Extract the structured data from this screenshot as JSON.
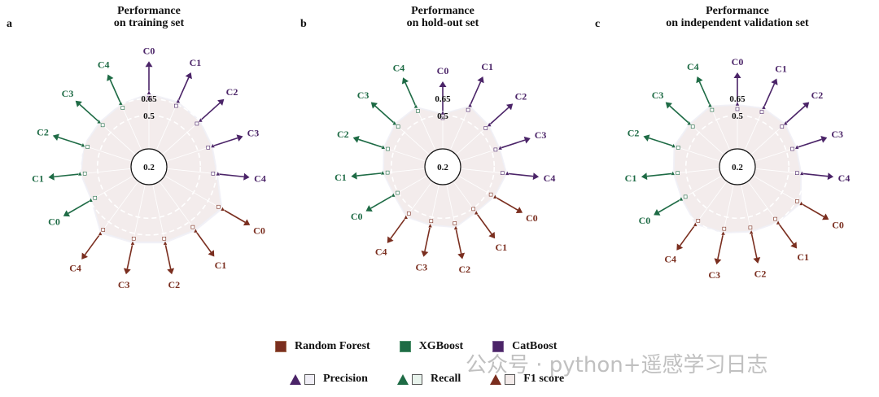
{
  "colors": {
    "random_forest": "#7a2e1f",
    "xgboost": "#1e6b45",
    "catboost": "#4b2468",
    "fill_precision": "#f0eef6",
    "fill_recall": "#e8f3ec",
    "fill_f1": "#f3ebea"
  },
  "legend": {
    "models": [
      {
        "name": "Random Forest",
        "color": "#7a2e1f"
      },
      {
        "name": "XGBoost",
        "color": "#1e6b45"
      },
      {
        "name": "CatBoost",
        "color": "#4b2468"
      }
    ],
    "metrics": [
      {
        "name": "Precision",
        "fill": "#f0eef6"
      },
      {
        "name": "Recall",
        "fill": "#e8f3ec"
      },
      {
        "name": "F1 score",
        "fill": "#f3ebea"
      }
    ]
  },
  "watermark": "公众号 · python+遥感学习日志",
  "chart_data": [
    {
      "type": "radar",
      "panel_letter": "a",
      "title": "Performance\non training set",
      "center_label": "0.2",
      "ring_labels": [
        "0.65",
        "0.5"
      ],
      "axis_labels": [
        "C0",
        "C1",
        "C2",
        "C3",
        "C4",
        "C0",
        "C1",
        "C2",
        "C3",
        "C4",
        "C0",
        "C1",
        "C2",
        "C3",
        "C4"
      ],
      "series": [
        {
          "name": "CatBoost",
          "values": [
            0.7,
            0.68,
            0.66,
            0.64,
            0.66
          ]
        },
        {
          "name": "Random Forest",
          "values": [
            0.8,
            0.75,
            0.74,
            0.74,
            0.78
          ]
        },
        {
          "name": "XGBoost",
          "values": [
            0.64,
            0.66,
            0.66,
            0.64,
            0.66
          ]
        }
      ]
    },
    {
      "type": "radar",
      "panel_letter": "b",
      "title": "Performance\non hold-out set",
      "center_label": "0.2",
      "ring_labels": [
        "0.65",
        "0.5"
      ],
      "axis_labels": [
        "C0",
        "C1",
        "C2",
        "C3",
        "C4",
        "C0",
        "C1",
        "C2",
        "C3",
        "C4",
        "C0",
        "C1",
        "C2",
        "C3",
        "C4"
      ],
      "series": [
        {
          "name": "CatBoost",
          "values": [
            0.52,
            0.64,
            0.6,
            0.58,
            0.62
          ]
        },
        {
          "name": "Random Forest",
          "values": [
            0.58,
            0.55,
            0.6,
            0.58,
            0.6
          ]
        },
        {
          "name": "XGBoost",
          "values": [
            0.55,
            0.58,
            0.6,
            0.62,
            0.63
          ]
        }
      ]
    },
    {
      "type": "radar",
      "panel_letter": "c",
      "title": "Performance\non independent validation set",
      "center_label": "0.2",
      "ring_labels": [
        "0.65",
        "0.5"
      ],
      "axis_labels": [
        "C0",
        "C1",
        "C2",
        "C3",
        "C4",
        "C0",
        "C1",
        "C2",
        "C3",
        "C4",
        "C0",
        "C1",
        "C2",
        "C3",
        "C4"
      ],
      "series": [
        {
          "name": "CatBoost",
          "values": [
            0.6,
            0.62,
            0.62,
            0.6,
            0.62
          ]
        },
        {
          "name": "Random Forest",
          "values": [
            0.7,
            0.66,
            0.64,
            0.65,
            0.68
          ]
        },
        {
          "name": "XGBoost",
          "values": [
            0.62,
            0.62,
            0.64,
            0.62,
            0.64
          ]
        }
      ]
    }
  ]
}
